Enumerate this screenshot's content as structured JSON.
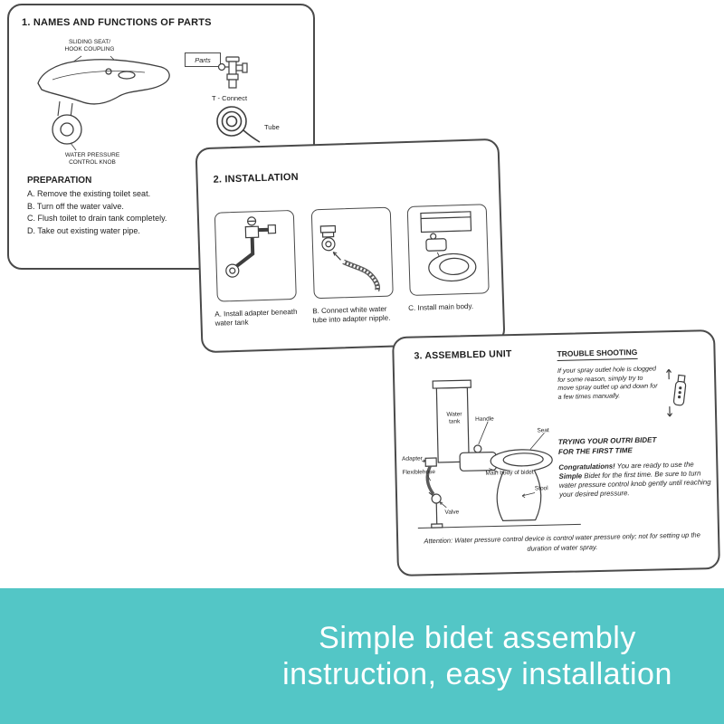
{
  "panel1": {
    "title": "1. NAMES AND FUNCTIONS OF PARTS",
    "labels": {
      "sliding_seat": "SLIDING SEAT/\nHOOK COUPLING",
      "water_pressure": "WATER PRESSURE\nCONTROL KNOB",
      "parts_tab": "Parts",
      "t_connect": "T - Connect",
      "tube": "Tube"
    },
    "preparation": {
      "heading": "PREPARATION",
      "steps": [
        "A. Remove the existing toilet seat.",
        "B. Turn off the water valve.",
        "C. Flush toilet to drain tank completely.",
        "D. Take out existing water pipe."
      ]
    }
  },
  "panel2": {
    "title": "2. INSTALLATION",
    "captions": [
      "A.  Install adapter beneath\nwater tank",
      "B.  Connect white water\ntube into adapter nipple.",
      "C.  Install main body."
    ]
  },
  "panel3": {
    "title": "3. ASSEMBLED UNIT",
    "labels": {
      "water_tank": "Water\ntank",
      "handle": "Handle",
      "seat": "Seat",
      "adapter": "Adapter",
      "flexible_hose": "Flexiblehose",
      "main_body": "Main body of bidet",
      "stool": "Stool",
      "valve": "Valve"
    },
    "trouble_shooting": {
      "heading": "TROUBLE SHOOTING",
      "body": "If your spray outlet hole is clogged for some reason, simply try to move spray outlet up and down for a few times manually."
    },
    "first_time": {
      "heading": "TRYING YOUR OUTRI BIDET\nFOR THE FIRST TIME",
      "congrats_bold": "Congratulations!",
      "text_1": " You are ready to use the ",
      "simple_bold": "Simple",
      "text_2": " Bidet for the first time. Be sure to turn water pressure control knob gently until reaching your desired pressure."
    },
    "attention": "Attention: Water pressure control device is control water pressure only; not for setting up the duration of water spray."
  },
  "banner": {
    "line1": "Simple bidet assembly",
    "line2": "instruction, easy installation",
    "bg_color": "#53c6c6",
    "text_color": "#ffffff"
  }
}
